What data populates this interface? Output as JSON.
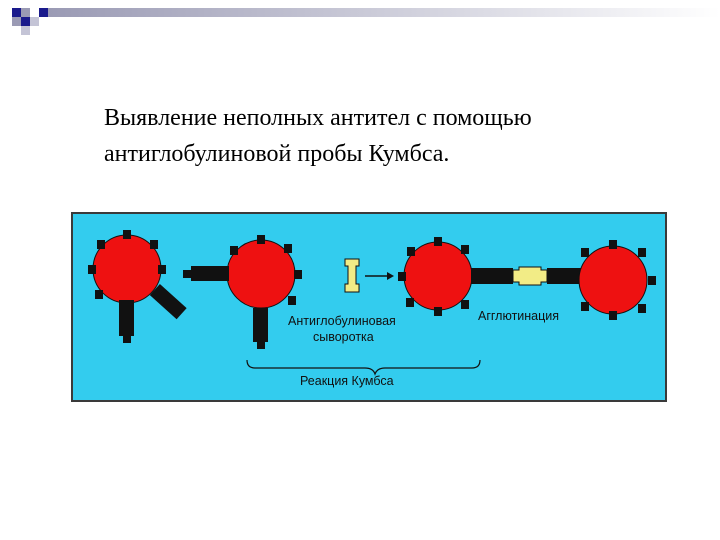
{
  "title_lines": [
    "Выявление неполных антител с помощью",
    "антиглобулиновой пробы Кумбса."
  ],
  "labels": {
    "antiglobulin_serum_line1": "Антиглобулиновая",
    "antiglobulin_serum_line2": "сыворотка",
    "agglutination": "Агглютинация",
    "coombs_reaction": "Реакция Кумбса"
  },
  "colors": {
    "background": "#33ccee",
    "cell": "#ee1111",
    "antibody": "#111111",
    "antiglobulin": "#f2ec86",
    "deco_blue": "#1a1a8c",
    "deco_grey": "#9a9ab4"
  }
}
